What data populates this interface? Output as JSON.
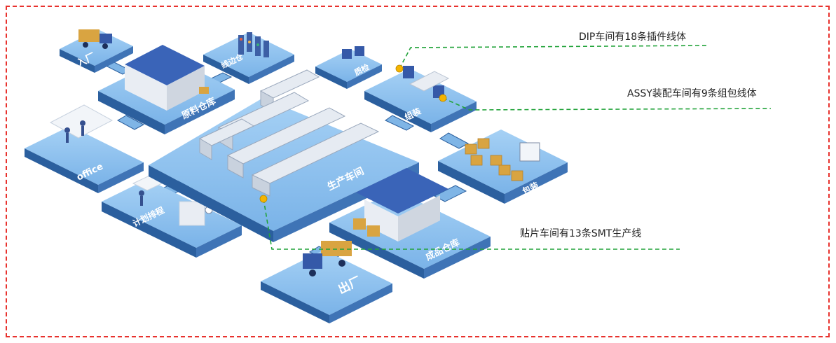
{
  "annotations": {
    "dip": "DIP车间有18条插件线体",
    "assy": "ASSY装配车间有9条组包线体",
    "smt": "贴片车间有13条SMT生产线"
  },
  "zones": {
    "entrance": "入厂",
    "raw_warehouse": "原料仓库",
    "line_side": "线边仓",
    "office": "office",
    "planning": "计划排程",
    "production": "生产车间",
    "qc": "质检",
    "assembly": "组装",
    "packing": "包装",
    "finished_warehouse": "成品仓库",
    "exit": "出厂"
  },
  "colors": {
    "frame": "#e8322e",
    "leader_line": "#22a33a",
    "marker": "#f5b400",
    "platform_top": "#8fc3ee",
    "platform_side": "#2b5f9e",
    "roof": "#3a64b8"
  }
}
